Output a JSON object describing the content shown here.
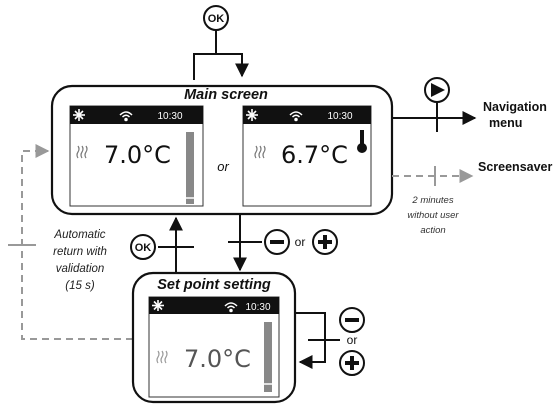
{
  "main_screen": {
    "title": "Main screen",
    "display_left": {
      "time": "10:30",
      "temperature": "7.0°C"
    },
    "separator": "or",
    "display_right": {
      "time": "10:30",
      "temperature": "6.7°C"
    }
  },
  "setpoint": {
    "title": "Set point setting",
    "display": {
      "time": "10:30",
      "temperature": "7.0°C"
    }
  },
  "labels": {
    "navigation_line1": "Navigation",
    "navigation_line2": "menu",
    "screensaver": "Screensaver",
    "timeout_line1": "2 minutes",
    "timeout_line2": "without user",
    "timeout_line3": "action",
    "auto_return_line1": "Automatic",
    "auto_return_line2": "return with",
    "auto_return_line3": "validation",
    "auto_return_line4": "(15 s)",
    "or_minus_plus": "or",
    "or_side": "or"
  },
  "buttons": {
    "ok_top": "OK",
    "ok_mid": "OK",
    "minus": "−",
    "plus": "+"
  },
  "icons": [
    "snowflake-icon",
    "wifi-icon",
    "heater-icon",
    "thermometer-icon",
    "play-icon",
    "minus-icon",
    "plus-icon",
    "ok-icon"
  ]
}
